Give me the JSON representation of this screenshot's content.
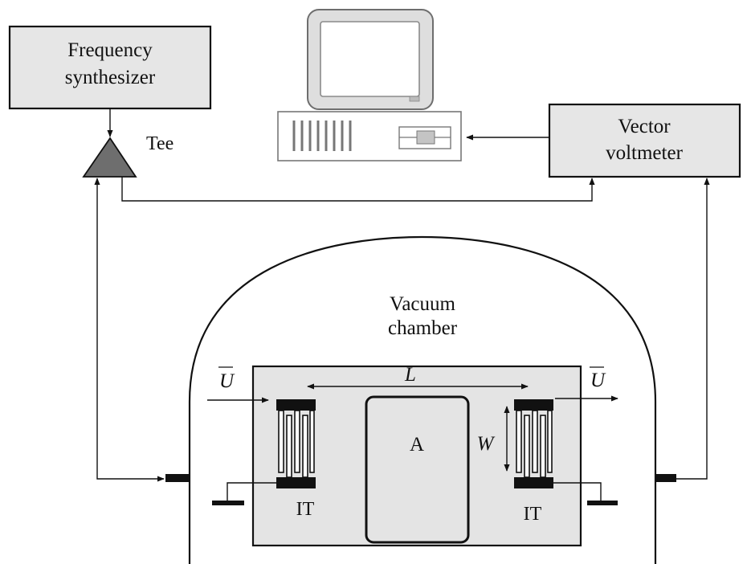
{
  "labels": {
    "frequency_synthesizer": [
      "Frequency",
      "synthesizer"
    ],
    "tee": "Tee",
    "vector_voltmeter": [
      "Vector",
      "voltmeter"
    ],
    "vacuum_chamber": [
      "Vacuum",
      "chamber"
    ],
    "transducer_left": "IT",
    "transducer_right": "IT",
    "film_area": "A",
    "length": "L",
    "width": "W",
    "velocity_left": "U",
    "velocity_right": "U"
  },
  "colors": {
    "box_fill": "#e6e6e6",
    "tee_fill": "#6e6e6e",
    "monitor_fill": "#dedede",
    "line": "#111111"
  }
}
